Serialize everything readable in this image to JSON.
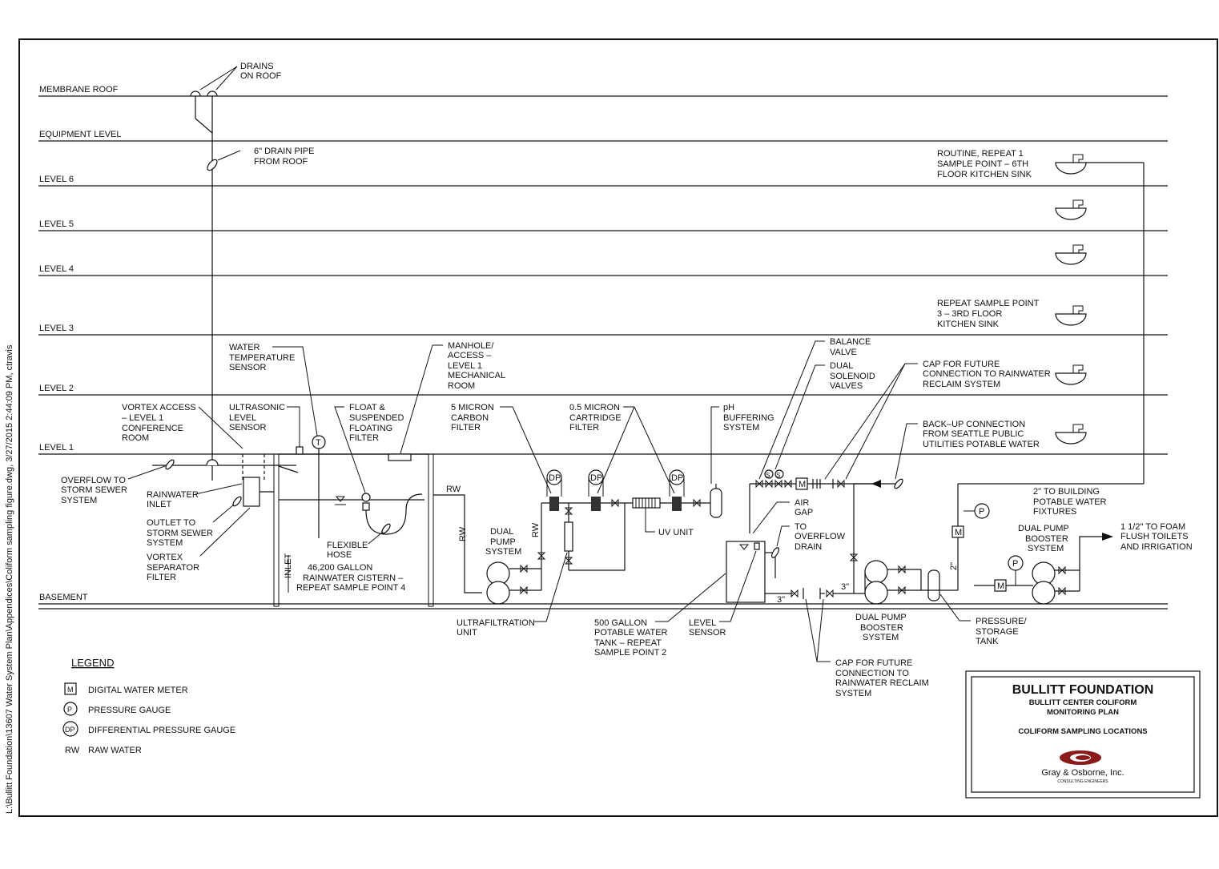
{
  "side_path": "L:\\Bullitt Foundation\\13607 Water System Plan\\Appendices\\Coliform sampling figure.dwg, 3/27/2015 2:44:09 PM, ctravis",
  "levels": {
    "membrane_roof": "MEMBRANE ROOF",
    "equipment": "EQUIPMENT LEVEL",
    "level6": "LEVEL 6",
    "level5": "LEVEL 5",
    "level4": "LEVEL 4",
    "level3": "LEVEL 3",
    "level2": "LEVEL 2",
    "level1": "LEVEL 1",
    "basement": "BASEMENT"
  },
  "labels": {
    "drains": [
      "DRAINS",
      "ON ROOF"
    ],
    "drain_pipe": [
      "6\" DRAIN PIPE",
      "FROM ROOF"
    ],
    "water_temp": [
      "WATER",
      "TEMPERATURE",
      "SENSOR"
    ],
    "manhole": [
      "MANHOLE/",
      "ACCESS –",
      "LEVEL 1",
      "MECHANICAL",
      "ROOM"
    ],
    "vortex_access": [
      "VORTEX ACCESS",
      "– LEVEL 1",
      "CONFERENCE",
      "ROOM"
    ],
    "ultrasonic": [
      "ULTRASONIC",
      "LEVEL",
      "SENSOR"
    ],
    "float": [
      "FLOAT &",
      "SUSPENDED",
      "FLOATING",
      "FILTER"
    ],
    "carbon": [
      "5 MICRON",
      "CARBON",
      "FILTER"
    ],
    "cartridge": [
      "0.5 MICRON",
      "CARTRIDGE",
      "FILTER"
    ],
    "ph": [
      "pH",
      "BUFFERING",
      "SYSTEM"
    ],
    "balance": [
      "BALANCE",
      "VALVE"
    ],
    "solenoid": [
      "DUAL",
      "SOLENOID",
      "VALVES"
    ],
    "cap_future_top": [
      "CAP FOR FUTURE",
      "CONNECTION TO RAINWATER",
      "RECLAIM SYSTEM"
    ],
    "backup": [
      "BACK–UP CONNECTION",
      "FROM SEATTLE PUBLIC",
      "UTILITIES POTABLE WATER"
    ],
    "routine": [
      "ROUTINE, REPEAT 1",
      "SAMPLE POINT – 6TH",
      "FLOOR KITCHEN SINK"
    ],
    "repeat3": [
      "REPEAT SAMPLE POINT",
      "3 – 3RD FLOOR",
      "KITCHEN SINK"
    ],
    "overflow_storm": [
      "OVERFLOW TO",
      "STORM SEWER",
      "SYSTEM"
    ],
    "rainwater_inlet": [
      "RAINWATER",
      "INLET"
    ],
    "outlet_storm": [
      "OUTLET TO",
      "STORM SEWER",
      "SYSTEM"
    ],
    "vortex_sep": [
      "VORTEX",
      "SEPARATOR",
      "FILTER"
    ],
    "flex_hose": [
      "FLEXIBLE",
      "HOSE"
    ],
    "cistern": [
      "46,200 GALLON",
      "RAINWATER CISTERN –",
      "REPEAT SAMPLE POINT 4"
    ],
    "inlet": "INLET",
    "rw": "RW",
    "dual_pump": [
      "DUAL",
      "PUMP",
      "SYSTEM"
    ],
    "uv_unit": "UV UNIT",
    "air_gap": [
      "AIR",
      "GAP"
    ],
    "to_overflow": [
      "TO",
      "OVERFLOW",
      "DRAIN"
    ],
    "ultrafiltration": [
      "ULTRAFILTRATION",
      "UNIT"
    ],
    "tank500": [
      "500 GALLON",
      "POTABLE WATER",
      "TANK – REPEAT",
      "SAMPLE POINT 2"
    ],
    "level_sensor": [
      "LEVEL",
      "SENSOR"
    ],
    "booster_lower": [
      "DUAL PUMP",
      "BOOSTER",
      "SYSTEM"
    ],
    "booster_upper": [
      "DUAL PUMP",
      "BOOSTER",
      "SYSTEM"
    ],
    "cap_future_bottom": [
      "CAP FOR FUTURE",
      "CONNECTION TO",
      "RAINWATER RECLAIM",
      "SYSTEM"
    ],
    "pressure_tank": [
      "PRESSURE/",
      "STORAGE",
      "TANK"
    ],
    "to_building": [
      "2\" TO BUILDING",
      "POTABLE WATER",
      "FIXTURES"
    ],
    "to_foam": [
      "1 1/2\" TO FOAM",
      "FLUSH TOILETS",
      "AND IRRIGATION"
    ],
    "size_3a": "3\"",
    "size_3b": "3\"",
    "size_2": "2\"",
    "dp": "DP",
    "m": "M",
    "p": "P",
    "t": "T",
    "s": "S"
  },
  "legend": {
    "title": "LEGEND",
    "items": [
      {
        "symbol": "M",
        "text": "DIGITAL WATER METER"
      },
      {
        "symbol": "P",
        "text": "PRESSURE GAUGE"
      },
      {
        "symbol": "DP",
        "text": "DIFFERENTIAL PRESSURE GAUGE"
      },
      {
        "symbol": "RW",
        "text": "RAW WATER"
      }
    ]
  },
  "title_block": {
    "title": "BULLITT FOUNDATION",
    "sub1": "BULLITT CENTER COLIFORM",
    "sub2": "MONITORING PLAN",
    "sub3": "COLIFORM SAMPLING LOCATIONS",
    "logo_text": "Gray & Osborne, Inc.",
    "logo_sub": "CONSULTING ENGINEERS",
    "logo_color": "#8b1a1a"
  }
}
